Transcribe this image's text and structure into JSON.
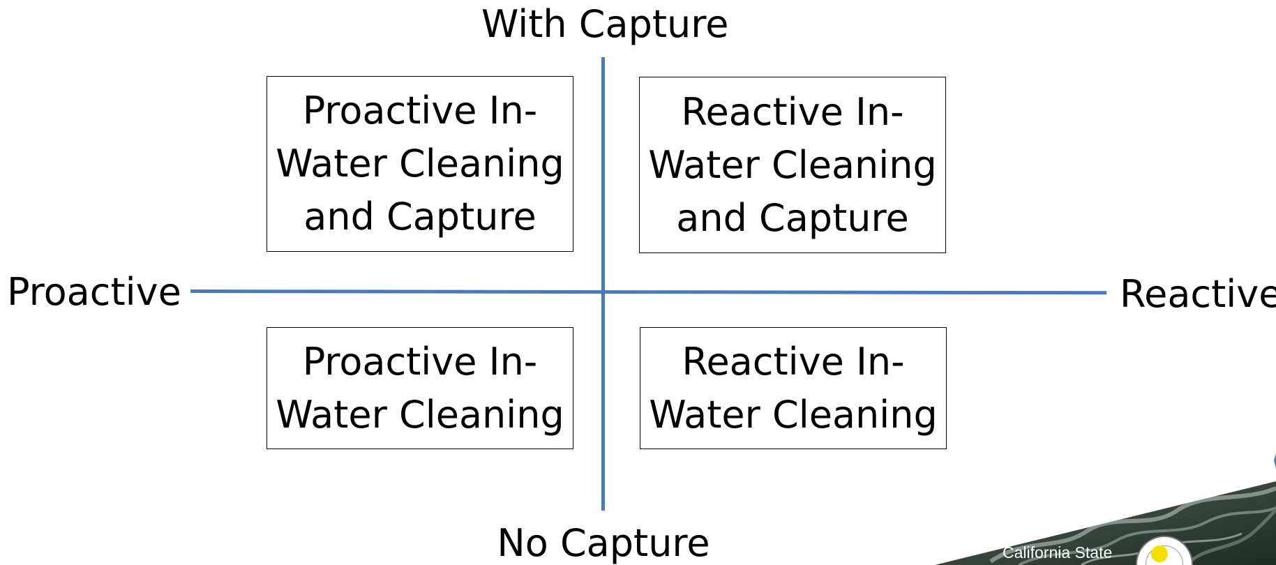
{
  "axes": {
    "top": "With Capture",
    "bottom": "No Capture",
    "left": "Proactive",
    "right": "Reactive"
  },
  "quadrants": {
    "top_left": [
      "Proactive In-",
      "Water Cleaning",
      "and Capture"
    ],
    "top_right": [
      "Reactive In-",
      "Water Cleaning",
      "and Capture"
    ],
    "bottom_left": [
      "Proactive In-",
      "Water Cleaning"
    ],
    "bottom_right": [
      "Reactive In-",
      "Water Cleaning"
    ]
  },
  "footer": {
    "org_name": "California State"
  },
  "colors": {
    "axis_line": "#4a7ab8",
    "box_border": "#000000",
    "text": "#000000"
  }
}
